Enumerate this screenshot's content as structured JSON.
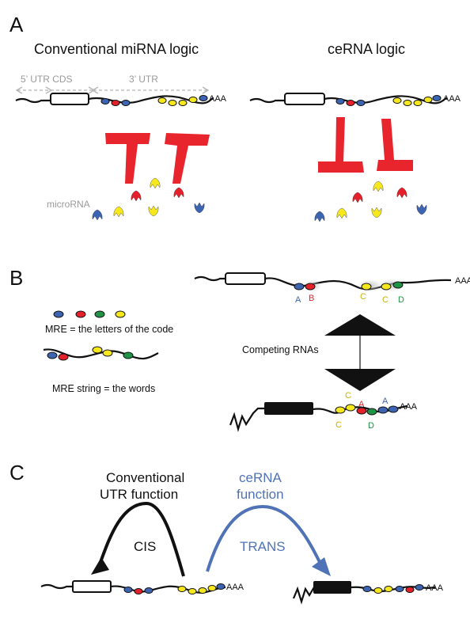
{
  "colors": {
    "red_bar": "#e8242d",
    "mre_blue": "#3c64b1",
    "mre_red": "#e5202a",
    "mre_green": "#1f9447",
    "mre_yellow": "#f7e81e",
    "grey_text": "#9a9a9a",
    "trans_blue": "#4f73b6",
    "line": "#111111"
  },
  "panel_a": {
    "label": "A",
    "left_title": "Conventional miRNA logic",
    "right_title": "ceRNA logic",
    "utr5_cds_label": "5’ UTR CDS",
    "utr3_label": "3’ UTR",
    "polya_left": "AAA",
    "polya_right": "AAA",
    "microrna_label": "microRNA"
  },
  "panel_b": {
    "label": "B",
    "polya_top": "AAA",
    "polya_bottom": "AAA",
    "mre_label": "MRE = the letters of the code",
    "mre_string_label": "MRE string = the words",
    "competing_label": "Competing RNAs",
    "top_letters": [
      "A",
      "B",
      "C",
      "C",
      "D"
    ],
    "bottom_letters": [
      "C",
      "C",
      "A",
      "D",
      "A"
    ]
  },
  "panel_c": {
    "label": "C",
    "conventional_line1": "Conventional",
    "conventional_line2": "UTR function",
    "cerna_line1": "ceRNA",
    "cerna_line2": "function",
    "cis_label": "CIS",
    "trans_label": "TRANS",
    "polya_left": "AAA",
    "polya_right": "AAA"
  }
}
